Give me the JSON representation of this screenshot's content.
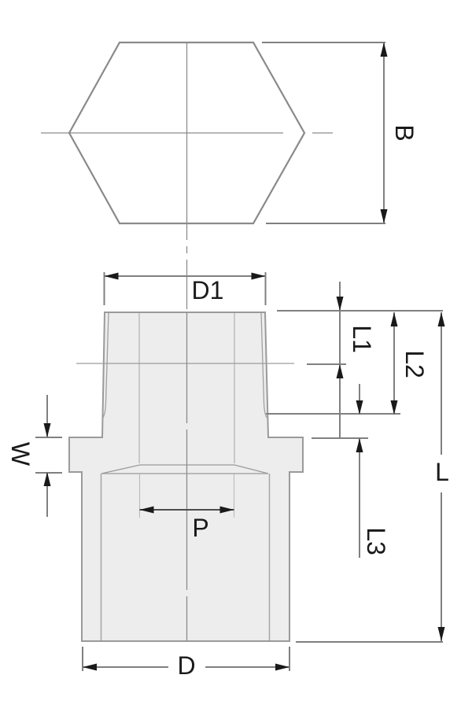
{
  "title": "Male adapter fitting engineering drawing",
  "views": {
    "top_view": "hexagon head top view",
    "front_view": "threaded male adapter front view"
  },
  "labels": {
    "B": "B",
    "D1": "D1",
    "L1": "L1",
    "L2": "L2",
    "L": "L",
    "L3": "L3",
    "W": "W",
    "P": "P",
    "D": "D"
  },
  "colors": {
    "background": "#ffffff",
    "part_fill": "#ededee",
    "part_edge": "#9a9a9a",
    "inner_line": "#b4b4b4",
    "centerline": "#8c8c8c",
    "dimension_line": "#808080",
    "arrow_and_text": "#1a1a1a"
  }
}
